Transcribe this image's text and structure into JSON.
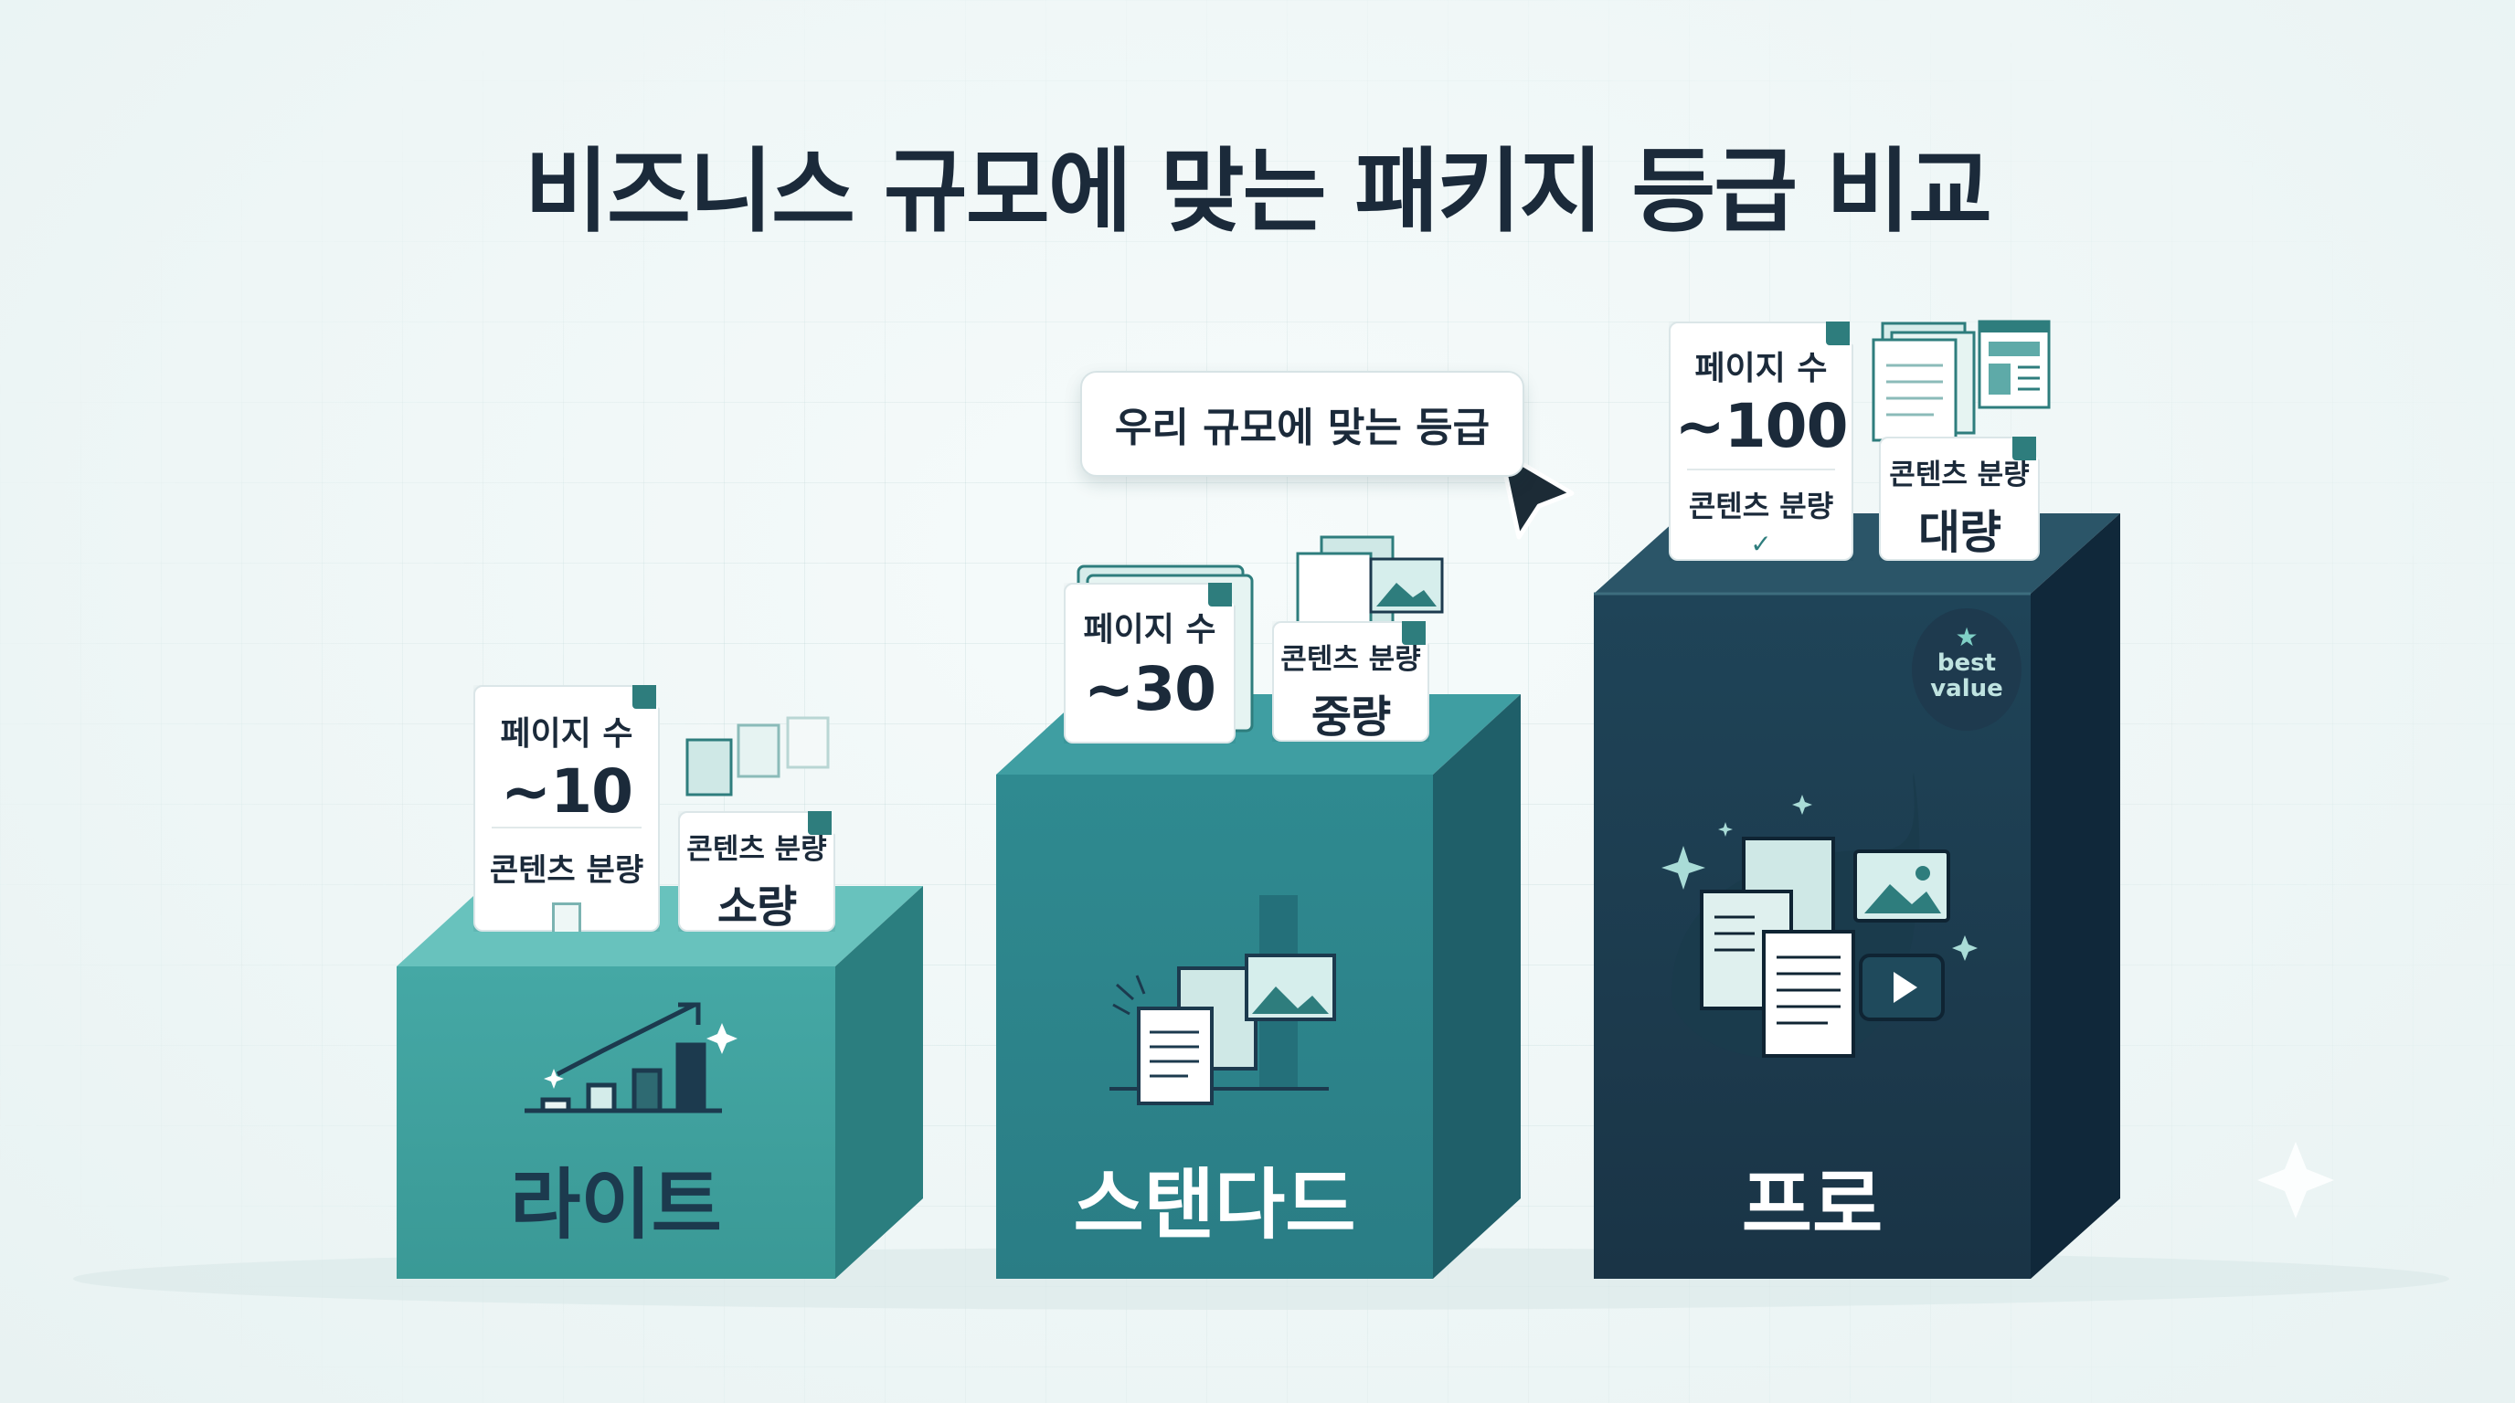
{
  "title": "비즈니스 규모에 맞는 패키지 등급 비교",
  "callout": {
    "text": "우리 규모에 맞는 등급"
  },
  "badge": {
    "line1": "best",
    "line2": "value",
    "icon": "star-icon"
  },
  "colors": {
    "lite": "#3e9e9d",
    "standard": "#2d7f86",
    "pro": "#1c3a4e",
    "title": "#1b2a3a"
  },
  "tiers": [
    {
      "name": "라이트",
      "pages_label": "페이지 수",
      "pages_value": "~10",
      "content_label": "콘텐츠 분량",
      "content_card_label": "콘텐츠 분량",
      "content_value": "소량",
      "icon": "growth-chart-icon"
    },
    {
      "name": "스탠다드",
      "pages_label": "페이지 수",
      "pages_value": "~30",
      "content_card_label": "콘텐츠 분량",
      "content_value": "중량",
      "icon": "documents-image-icon"
    },
    {
      "name": "프로",
      "pages_label": "페이지 수",
      "pages_value": "~100",
      "content_label": "콘텐츠 분량",
      "content_card_label": "콘텐츠 분량",
      "content_value": "대량",
      "icon": "documents-media-icon"
    }
  ]
}
